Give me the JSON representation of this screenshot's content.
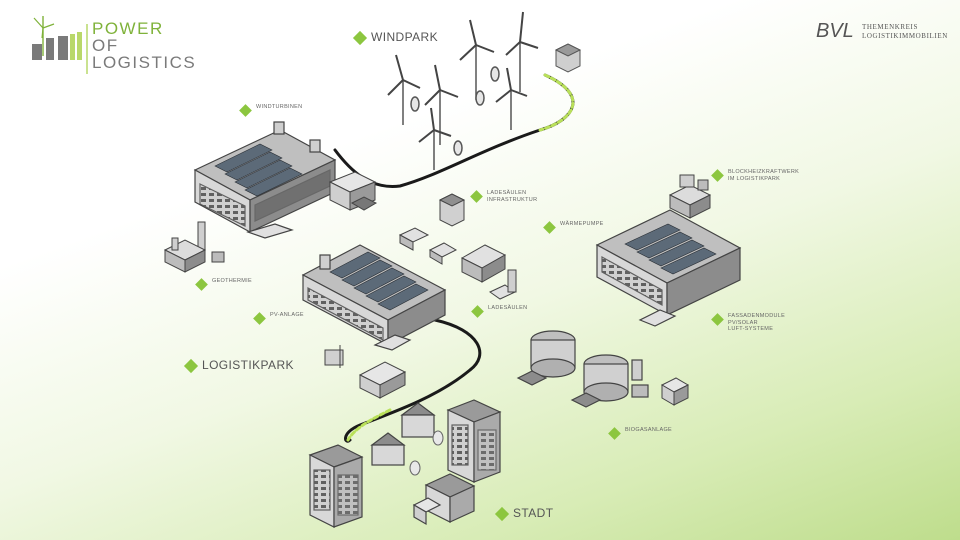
{
  "logo": {
    "line1": "POWER",
    "line2": "OF",
    "line3": "LOGISTICS",
    "accent": "#7fb23a",
    "grey": "#7a7a7a"
  },
  "partner": {
    "mark": "BVL",
    "line1": "Themenkreis",
    "line2": "Logistikimmobilien"
  },
  "areas": {
    "windpark": "WINDPARK",
    "logistikpark": "LOGISTIKPARK",
    "stadt": "STADT"
  },
  "labels": {
    "windturbinen": "WINDTURBINEN",
    "geothermie": "GEOTHERMIE",
    "pv_anlage": "PV-ANLAGE",
    "ladesaeulen_infra_1": "LADESÄULEN",
    "ladesaeulen_infra_2": "INFRASTRUKTUR",
    "waermepumpe": "WÄRMEPUMPE",
    "ladesaeulen": "LADESÄULEN",
    "bhkw_1": "BLOCKHEIZKRAFTWERK",
    "bhkw_2": "IM LOGISTIKPARK",
    "fassaden_1": "FASSADENMODULE",
    "fassaden_2": "PV/SOLAR",
    "fassaden_3": "LUFT-SYSTEME",
    "biogas": "BIOGASANLAGE"
  },
  "colors": {
    "accent_green": "#8cc63f",
    "building_fill": "#d4d4d4",
    "building_dark": "#6e6e6e",
    "solar_panel": "#5c6a78",
    "cable": "#1a1a1a"
  }
}
